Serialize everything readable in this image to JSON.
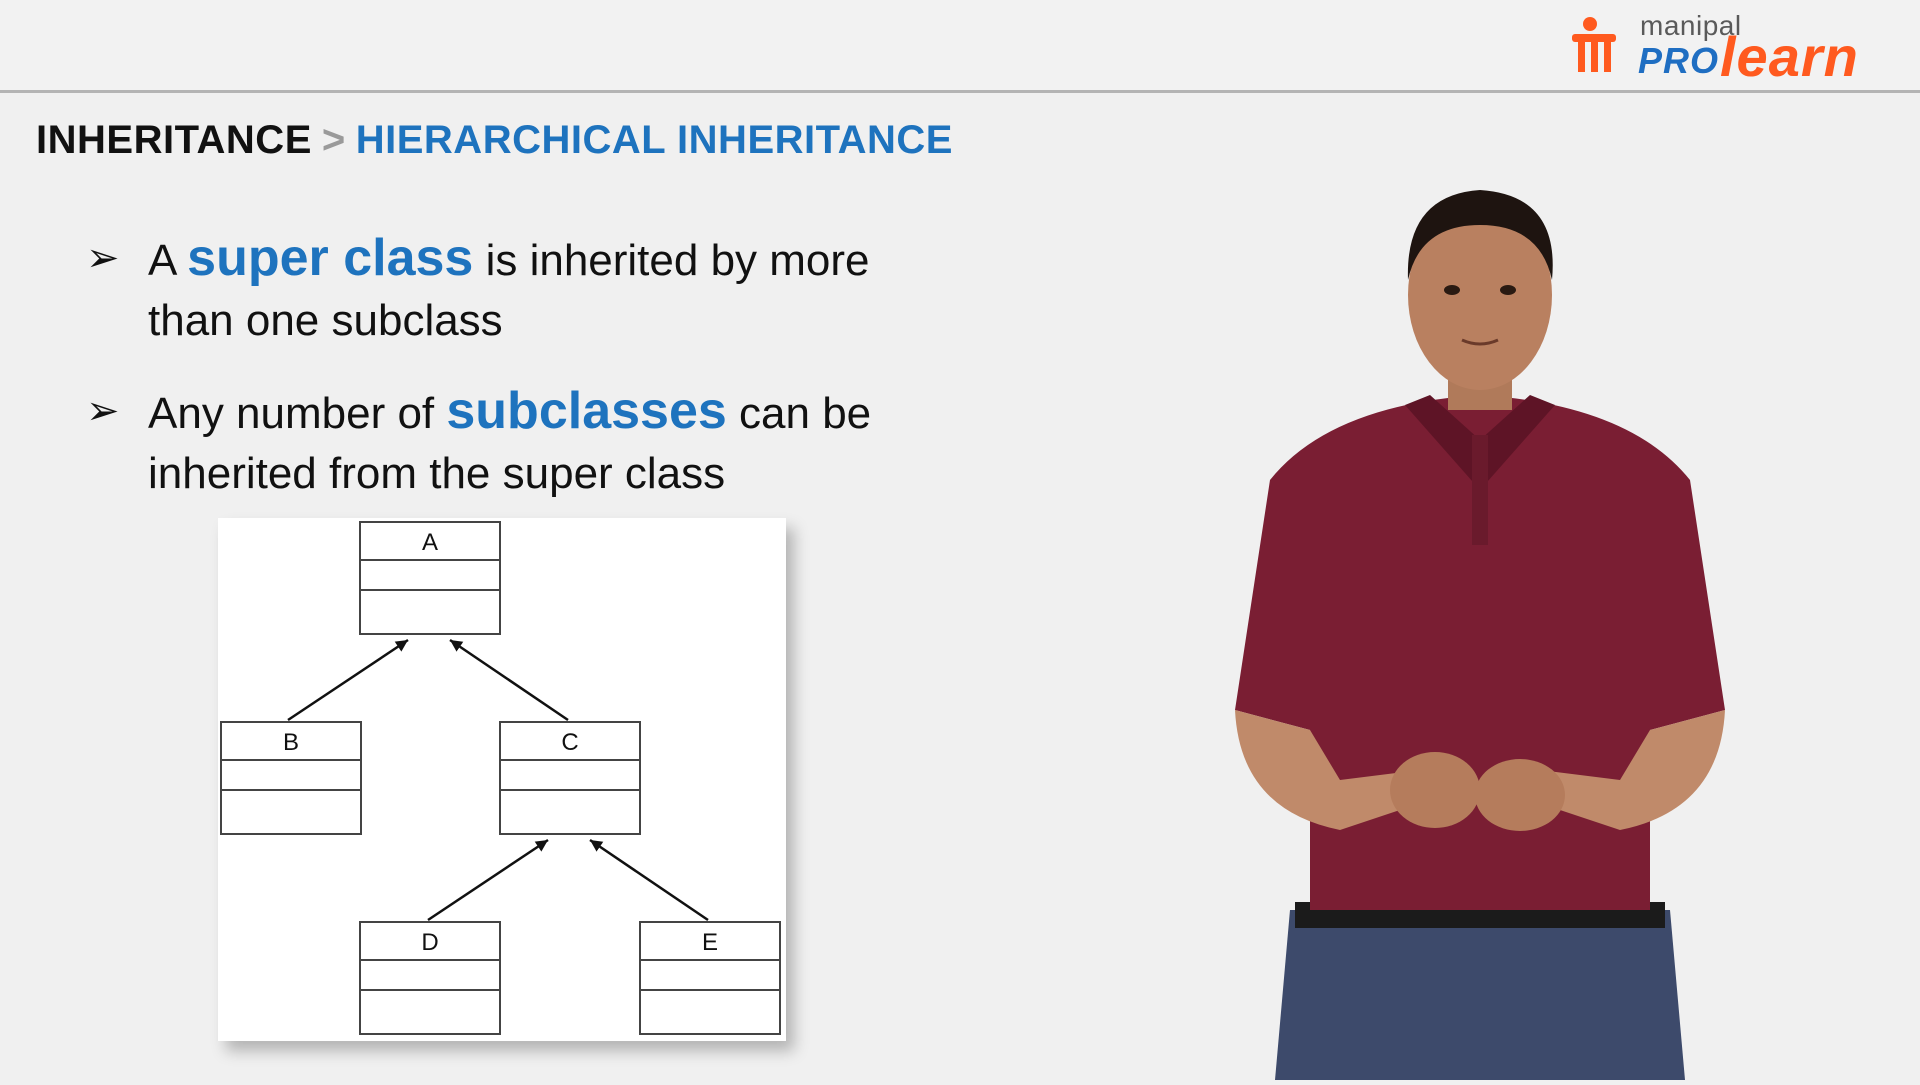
{
  "logo": {
    "small": "manipal",
    "pro": "PRO",
    "learn": "learn"
  },
  "breadcrumb": {
    "root": "INHERITANCE",
    "separator": ">",
    "current": "HIERARCHICAL INHERITANCE"
  },
  "bullets": [
    {
      "before": "A ",
      "highlight": "super class",
      "after": " is inherited by more than one subclass"
    },
    {
      "before": "Any number of ",
      "highlight": "subclasses",
      "after": " can be inherited from the super class"
    }
  ],
  "diagram": {
    "classes": [
      "A",
      "B",
      "C",
      "D",
      "E"
    ]
  },
  "colors": {
    "accent_blue": "#1e73be",
    "brand_orange": "#ff5a1f",
    "shirt": "#7a1e33"
  }
}
